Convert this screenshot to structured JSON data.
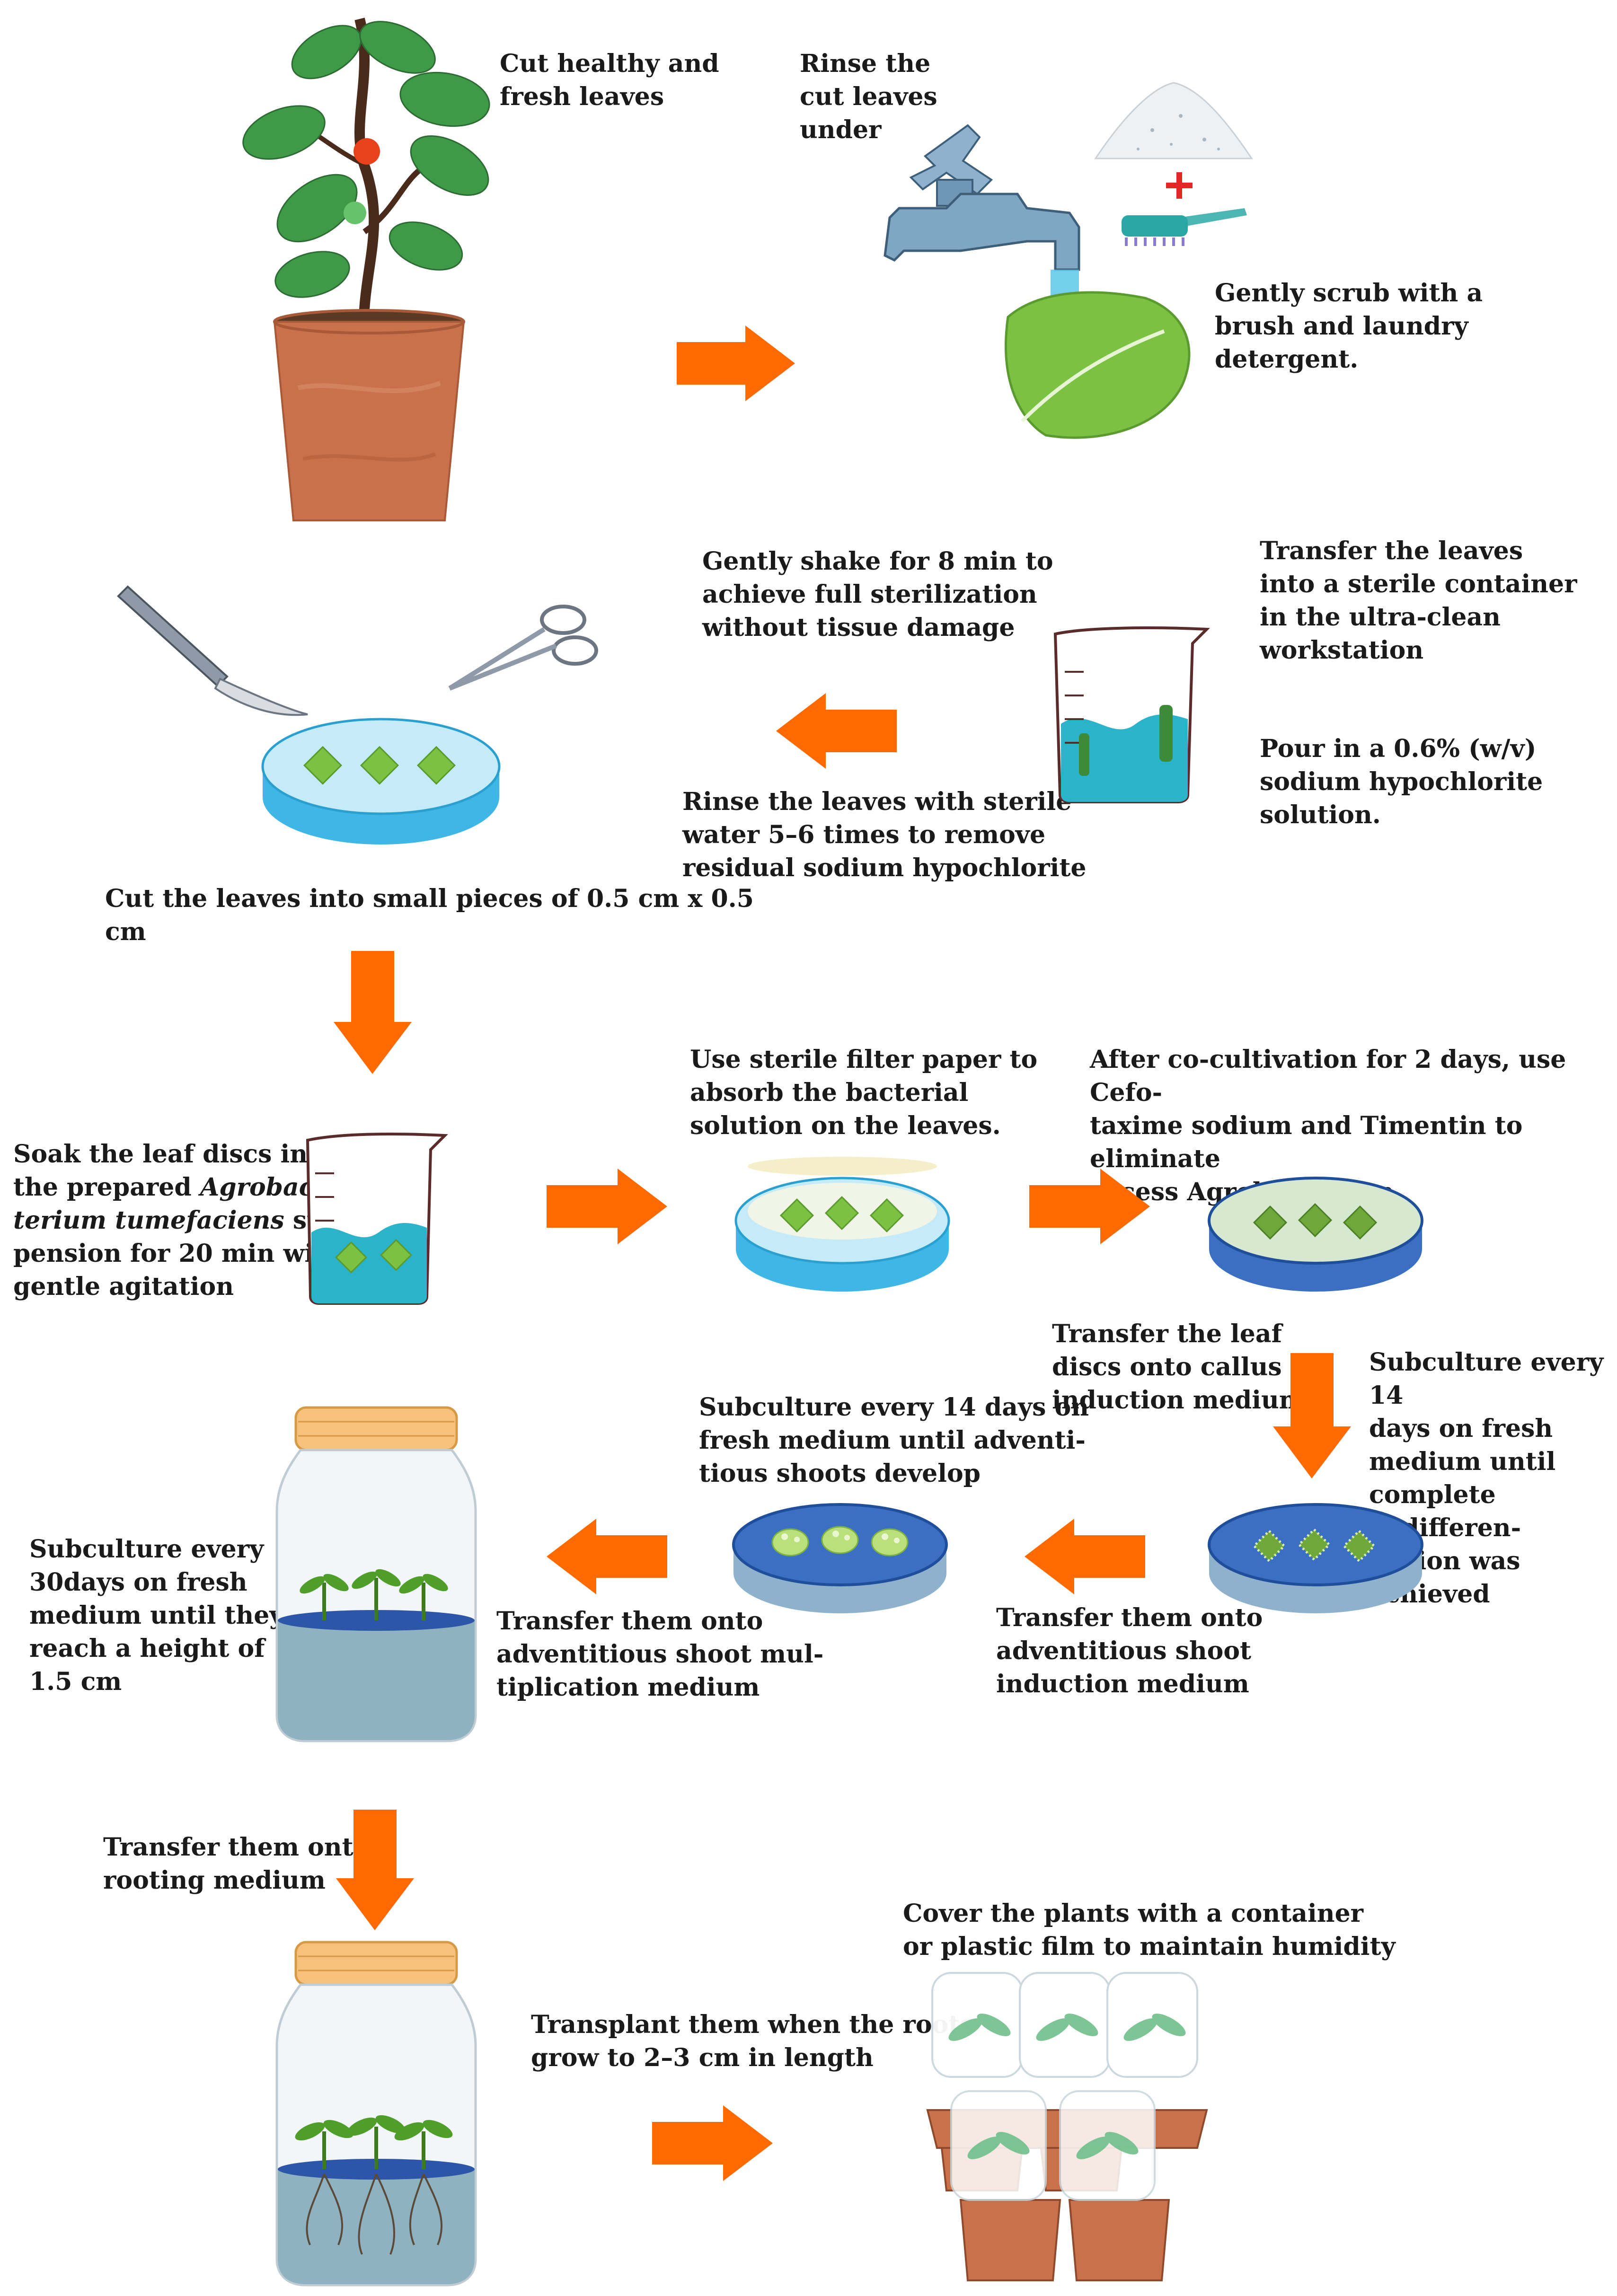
{
  "steps": {
    "s1": "Cut healthy and\nfresh leaves",
    "s2": "Rinse the\ncut leaves\nunder",
    "s3": "Gently scrub with a\nbrush and laundry\ndetergent.",
    "s4": "Transfer the leaves\ninto a sterile container\nin the ultra-clean\nworkstation",
    "s5": "Pour in a 0.6% (w/v)\nsodium hypochlorite\nsolution.",
    "s6": "Gently shake for 8 min to\nachieve full sterilization\nwithout tissue damage",
    "s7": "Rinse the leaves with sterile\nwater 5–6 times to remove\nresidual sodium hypochlorite",
    "s8": "Cut the leaves into small pieces of 0.5 cm x 0.5\ncm",
    "s9a": "Soak the leaf discs in\nthe prepared ",
    "s9b": "Agrobac-\nterium tumefaciens",
    "s9c": " sus-\npension for 20 min with\ngentle agitation",
    "s10": "Use sterile filter paper to\nabsorb the bacterial\nsolution on the leaves.",
    "s11": "After co-cultivation for 2 days, use Cefo-\ntaxime sodium and Timentin to eliminate\nexcess Agrobacterium",
    "s12": "Transfer the leaf\ndiscs onto callus\ninduction medium",
    "s13": "Subculture every 14\ndays on fresh\nmedium until\ncomplete dedifferen-\ntiation was achieved",
    "s14": "Transfer them onto\nadventitious shoot\ninduction medium",
    "s15": "Subculture every 14 days on\nfresh medium until adventi-\ntious shoots develop",
    "s16": "Transfer them onto\nadventitious shoot mul-\ntiplication medium",
    "s17": "Subculture every\n30days on fresh\nmedium until they\nreach a height of\n1.5 cm",
    "s18": "Transfer them onto\nrooting medium",
    "s19": "Transplant them when the roots\ngrow to 2–3 cm in length",
    "s20": "Cover the plants with a container\nor plastic film to maintain humidity"
  },
  "colors": {
    "arrow": "#ff6a00",
    "leaf": "#7cc242",
    "water": "#2bb3c9",
    "medium_blue": "#3a6fc4",
    "pot": "#c8714a",
    "lid": "#f6c17a",
    "plus": "#e32626"
  }
}
